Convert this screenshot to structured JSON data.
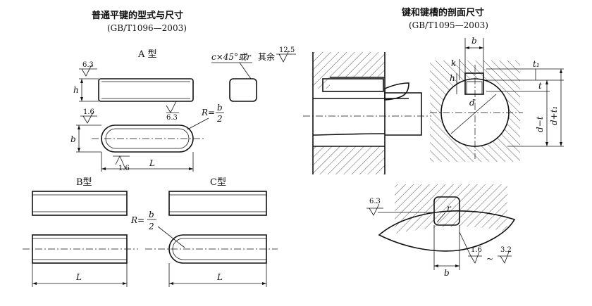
{
  "left": {
    "title": "普通平键的型式与尺寸",
    "standard": "(GB/T1096—2003)",
    "type_a": "A 型",
    "type_b": "B型",
    "type_c": "C型",
    "chamfer_note": "c×45°或r",
    "rest_note": "其余",
    "rough_rest": "12.5",
    "rough_top": "6.3",
    "rough_side": "6.3",
    "rough_left": "1.6",
    "rough_bottom": "1.6",
    "dim_h": "h",
    "dim_b": "b",
    "dim_L_a": "L",
    "dim_L_b": "L",
    "dim_L_c": "L",
    "radius_a": "R=",
    "radius_a_num": "b",
    "radius_a_den": "2",
    "radius_c": "R=",
    "radius_c_num": "b",
    "radius_c_den": "2"
  },
  "right": {
    "title": "键和键槽的剖面尺寸",
    "standard": "(GB/T1095—2003)",
    "dim_b": "b",
    "dim_k": "k",
    "dim_h": "h",
    "dim_t1": "t₁",
    "dim_t": "t",
    "dim_d_minus_t": "d−t",
    "dim_d_plus_t1": "d+t₁",
    "dim_d": "d",
    "detail_rough": "6.3",
    "detail_r": "r",
    "detail_rough2": "1.6",
    "detail_rough3": "3.2",
    "detail_tilde": "~",
    "detail_b": "b"
  }
}
